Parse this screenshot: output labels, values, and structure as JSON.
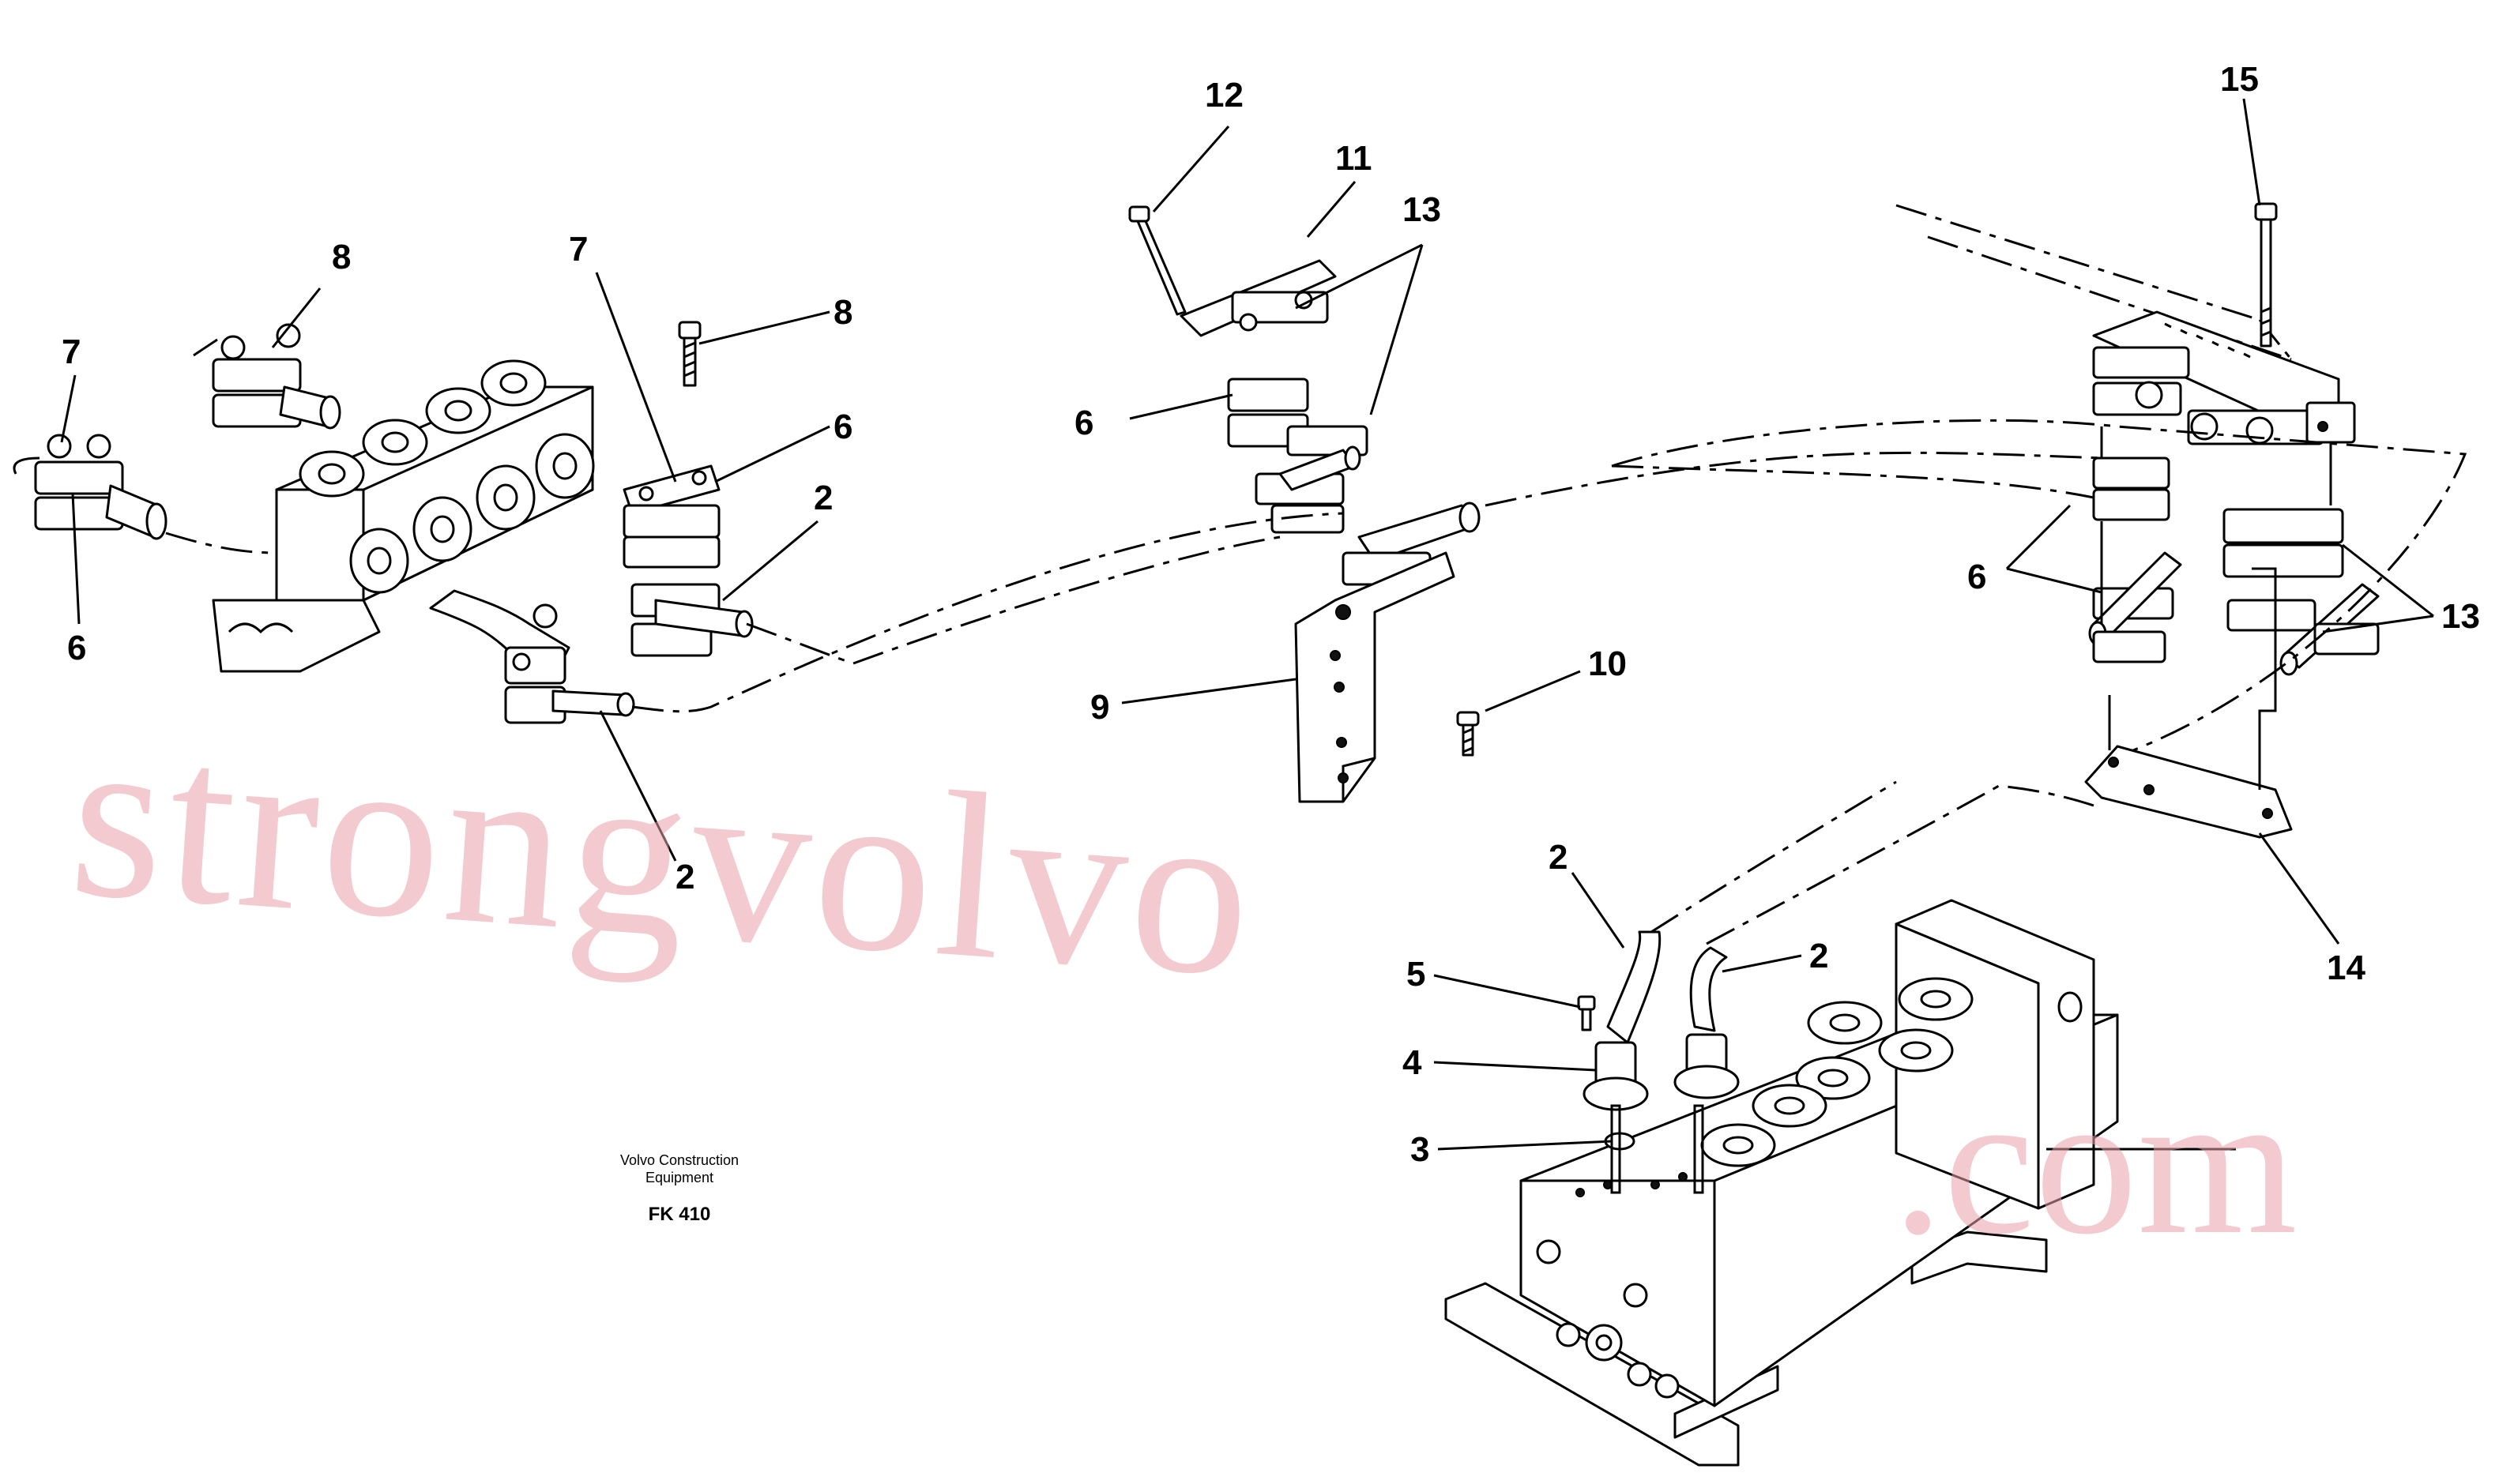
{
  "diagram": {
    "callouts": [
      "12",
      "11",
      "13",
      "15",
      "8",
      "7",
      "8",
      "7",
      "6",
      "6",
      "2",
      "6",
      "9",
      "10",
      "6",
      "13",
      "2",
      "2",
      "2",
      "5",
      "4",
      "3",
      "14"
    ],
    "credit": {
      "line1": "Volvo Construction",
      "line2": "Equipment",
      "code": "FK 410"
    },
    "watermark": {
      "main": "strongvolvo",
      "suffix": ".com"
    }
  }
}
